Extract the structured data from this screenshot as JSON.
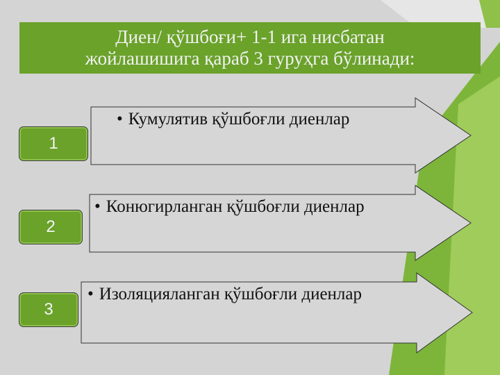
{
  "slide": {
    "title_lines": [
      "Диен/ қўшбоғи+ 1-1 ига нисбатан",
      "жойлашишига қараб 3 гуруҳга бўлинади:"
    ],
    "items": [
      {
        "number": "1",
        "text": "Кумулятив қўшбоғли диенлар"
      },
      {
        "number": "2",
        "text": "Конюгирланган қўшбоғли диенлар"
      },
      {
        "number": "3",
        "text": "Изоляцияланган қўшбоғли диенлар"
      }
    ]
  },
  "colors": {
    "accent_green": "#6aa22a",
    "background": "#d4d4d4",
    "arrow_fill": "#d6d6d6"
  }
}
